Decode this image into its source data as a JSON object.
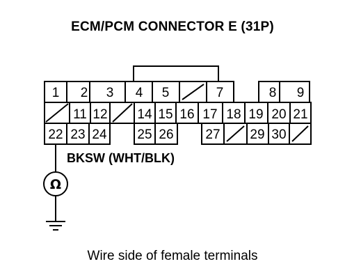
{
  "title": "ECM/PCM CONNECTOR E (31P)",
  "caption": "Wire side of female terminals",
  "wire_label": "BKSW (WHT/BLK)",
  "ohm_symbol": "Ω",
  "rows": [
    [
      "1",
      "2",
      "3",
      "4",
      "5",
      "/",
      "7",
      "",
      "8",
      "9"
    ],
    [
      "/",
      "11",
      "12",
      "/",
      "14",
      "15",
      "16",
      "17",
      "18",
      "19",
      "20",
      "21"
    ],
    [
      "22",
      "23",
      "24",
      "",
      "25",
      "26",
      "",
      "27",
      "/",
      "29",
      "30",
      "/"
    ]
  ]
}
